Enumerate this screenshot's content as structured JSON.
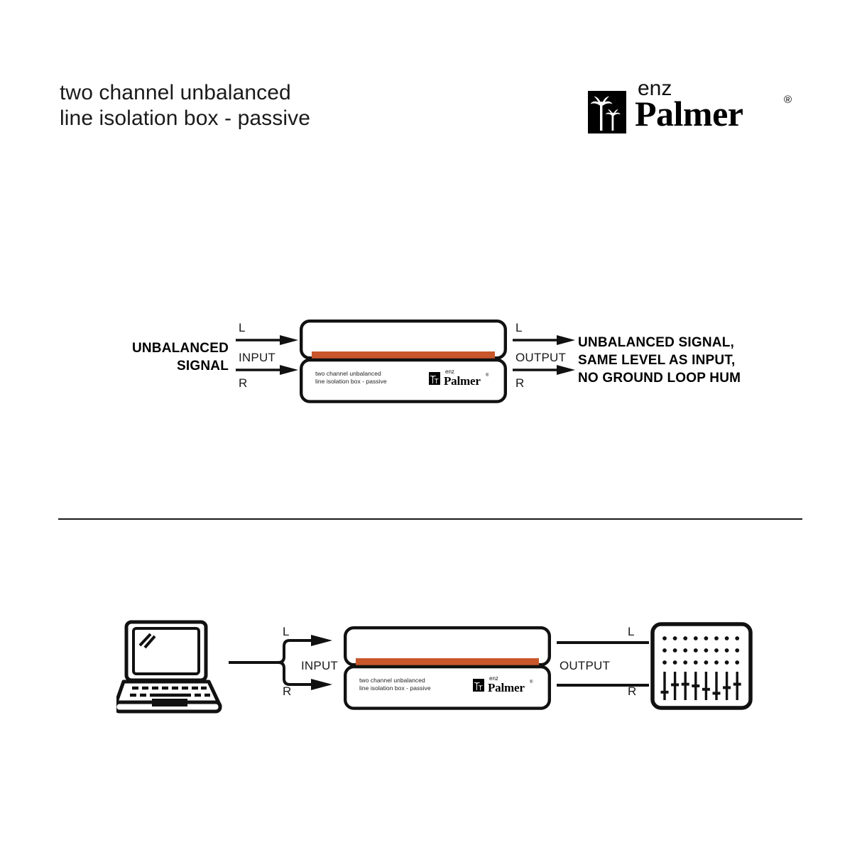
{
  "header": {
    "title": "two channel unbalanced\nline isolation box - passive",
    "brand": {
      "sub": "enz",
      "name": "Palmer",
      "registered": "®",
      "mark_icon": "palm-tree-mark"
    }
  },
  "colors": {
    "accent_orange": "#C8572B",
    "outline": "#111111",
    "text": "#1a1a1a"
  },
  "diagram_top": {
    "source_label": "UNBALANCED\nSIGNAL",
    "input": {
      "label": "INPUT",
      "channel_top": "L",
      "channel_bottom": "R"
    },
    "device": {
      "caption": "two channel unbalanced\nline isolation box - passive",
      "brand_sub": "enz",
      "brand_name": "Palmer",
      "brand_registered": "®"
    },
    "output": {
      "label": "OUTPUT",
      "channel_top": "L",
      "channel_bottom": "R"
    },
    "result_label": "UNBALANCED SIGNAL,\nSAME LEVEL AS INPUT,\nNO GROUND LOOP HUM"
  },
  "diagram_bottom": {
    "source_icon": "laptop-icon",
    "input": {
      "label": "INPUT",
      "channel_top": "L",
      "channel_bottom": "R"
    },
    "device": {
      "caption": "two channel unbalanced\nline isolation box - passive",
      "brand_sub": "enz",
      "brand_name": "Palmer",
      "brand_registered": "®"
    },
    "output": {
      "label": "OUTPUT",
      "channel_top": "L",
      "channel_bottom": "R"
    },
    "destination_icon": "mixing-console-icon",
    "mixer": {
      "knob_columns": 8,
      "knob_rows": 3,
      "fader_count": 8,
      "fader_positions": [
        0.72,
        0.46,
        0.44,
        0.5,
        0.62,
        0.76,
        0.56,
        0.44
      ]
    }
  }
}
